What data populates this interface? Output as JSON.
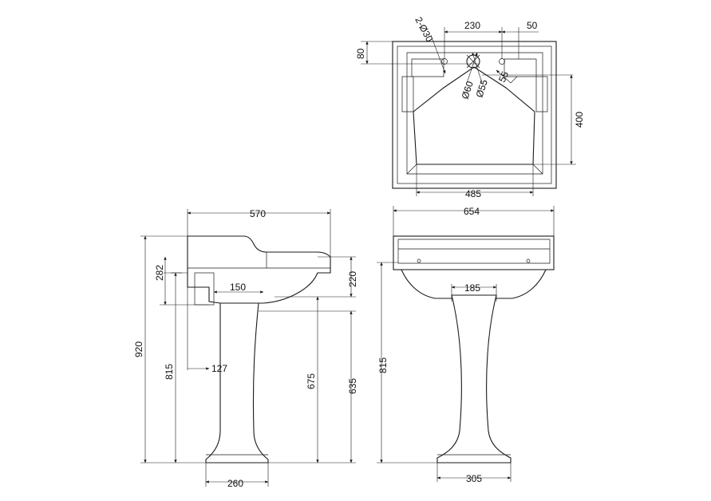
{
  "top_view": {
    "dim_holes": "2-Ø30",
    "dim_230": "230",
    "dim_50": "50",
    "dim_80": "80",
    "dim_60": "Ø60",
    "dim_55": "Ø55",
    "dim_55b": "55",
    "dim_400": "400",
    "dim_485": "485"
  },
  "side_view": {
    "dim_570": "570",
    "dim_282": "282",
    "dim_150": "150",
    "dim_220": "220",
    "dim_920": "920",
    "dim_815": "815",
    "dim_127": "127",
    "dim_675": "675",
    "dim_635": "635",
    "dim_260": "260"
  },
  "front_view": {
    "dim_654": "654",
    "dim_185": "185",
    "dim_815": "815",
    "dim_305": "305"
  }
}
